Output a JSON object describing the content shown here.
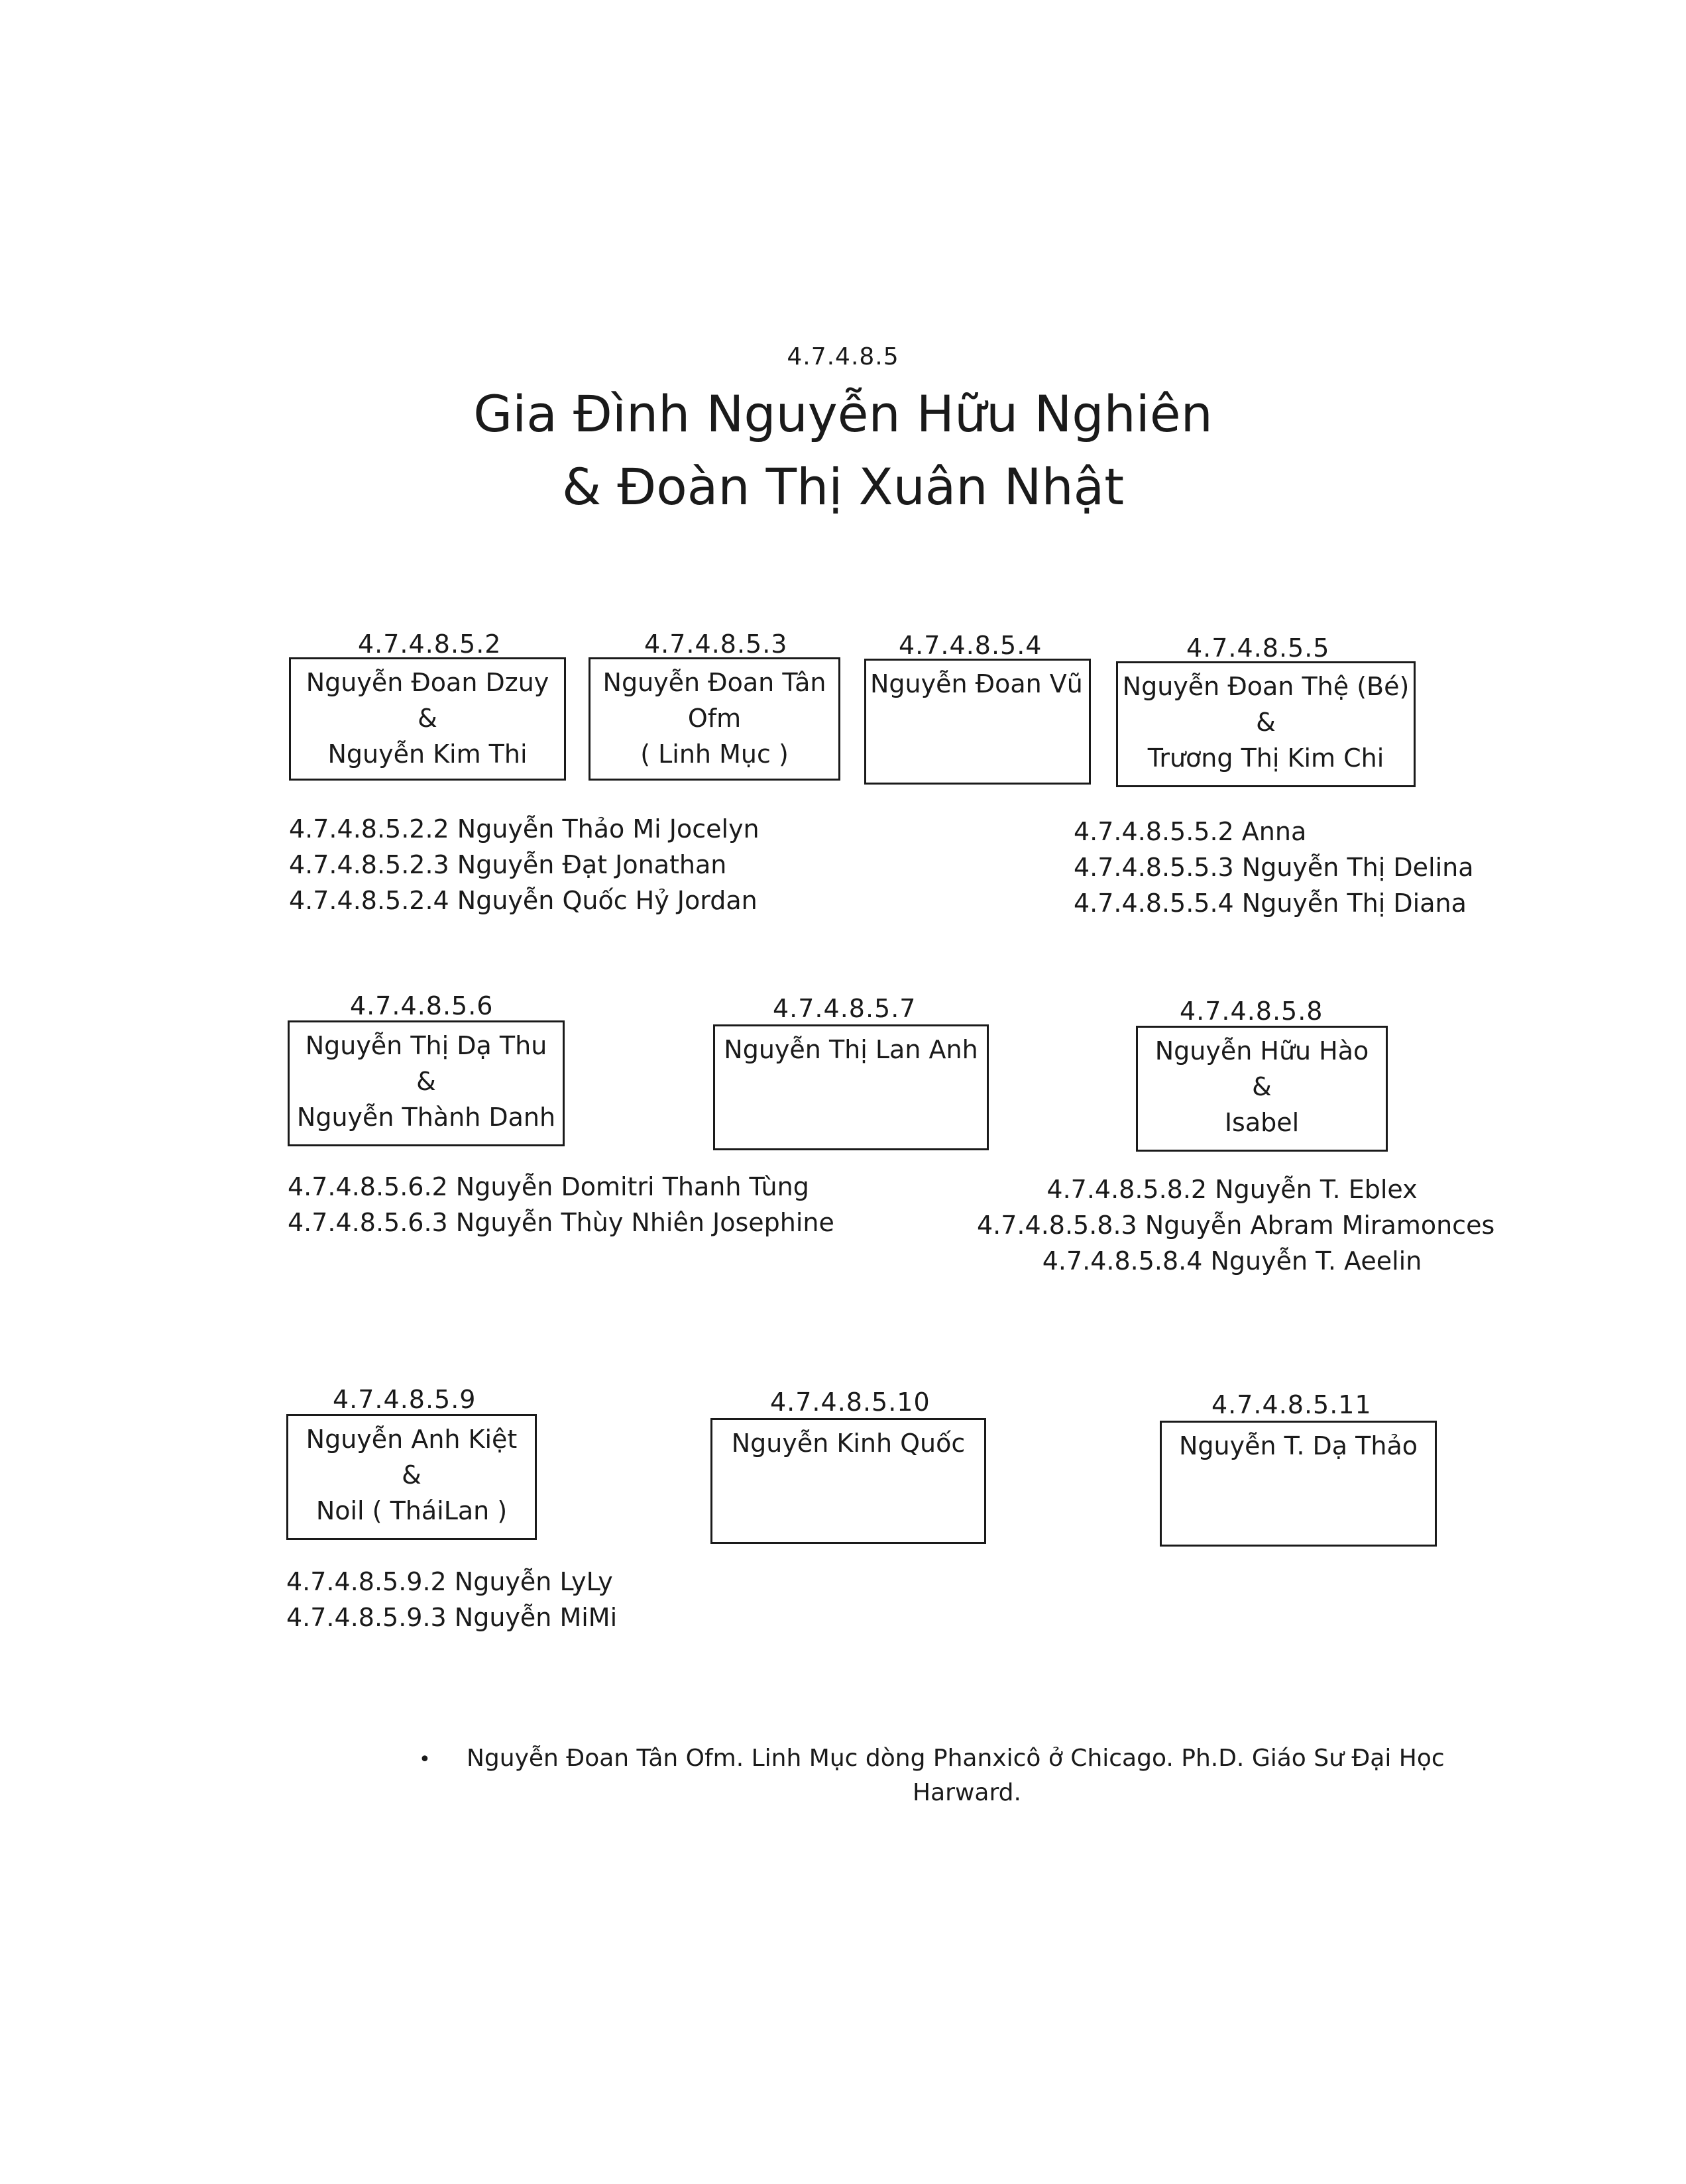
{
  "header": {
    "code": "4.7.4.8.5",
    "title_line1": "Gia Đình Nguyễn Hữu Nghiên",
    "title_line2": "& Đoàn Thị Xuân Nhật"
  },
  "families": [
    {
      "code": "4.7.4.8.5.2",
      "lines": [
        "Nguyễn Đoan Dzuy",
        "&",
        "Nguyễn Kim Thi"
      ],
      "children": [
        "4.7.4.8.5.2.2 Nguyễn Thảo Mi Jocelyn",
        "4.7.4.8.5.2.3 Nguyễn Đạt Jonathan",
        "4.7.4.8.5.2.4 Nguyễn Quốc Hỷ Jordan"
      ]
    },
    {
      "code": "4.7.4.8.5.3",
      "lines": [
        "Nguyễn Đoan Tân",
        "Ofm",
        "( Linh Mục )"
      ],
      "children": []
    },
    {
      "code": "4.7.4.8.5.4",
      "lines": [
        "Nguyễn Đoan Vũ"
      ],
      "children": []
    },
    {
      "code": "4.7.4.8.5.5",
      "lines": [
        "Nguyễn Đoan Thệ (Bé)",
        "&",
        "Trương Thị Kim Chi"
      ],
      "children": [
        "4.7.4.8.5.5.2  Anna",
        "4.7.4.8.5.5.3 Nguyễn Thị Delina",
        "4.7.4.8.5.5.4 Nguyễn Thị Diana"
      ]
    },
    {
      "code": "4.7.4.8.5.6",
      "lines": [
        "Nguyễn Thị Dạ Thu",
        "&",
        "Nguyễn Thành Danh"
      ],
      "children": [
        "4.7.4.8.5.6.2 Nguyễn Domitri Thanh Tùng",
        "4.7.4.8.5.6.3 Nguyễn Thùy Nhiên Josephine"
      ]
    },
    {
      "code": "4.7.4.8.5.7",
      "lines": [
        "Nguyễn Thị Lan Anh"
      ],
      "children": []
    },
    {
      "code": "4.7.4.8.5.8",
      "lines": [
        "Nguyễn Hữu Hào",
        "&",
        "Isabel"
      ],
      "children": [
        "4.7.4.8.5.8.2 Nguyễn T. Eblex",
        "4.7.4.8.5.8.3 Nguyễn Abram Miramonces",
        "4.7.4.8.5.8.4 Nguyễn T. Aeelin"
      ]
    },
    {
      "code": "4.7.4.8.5.9",
      "lines": [
        "Nguyễn Anh Kiệt",
        "&",
        "Noil ( TháiLan )"
      ],
      "children": [
        "4.7.4.8.5.9.2 Nguyễn LyLy",
        "4.7.4.8.5.9.3 Nguyễn MiMi"
      ]
    },
    {
      "code": "4.7.4.8.5.10",
      "lines": [
        "Nguyễn Kinh Quốc"
      ],
      "children": []
    },
    {
      "code": "4.7.4.8.5.11",
      "lines": [
        "Nguyễn T. Dạ Thảo"
      ],
      "children": []
    }
  ],
  "footnote": {
    "bullet": "•",
    "line1": "Nguyễn Đoan Tân Ofm. Linh Mục dòng Phanxicô ở Chicago.  Ph.D. Giáo Sư Đại Học",
    "line2": "Harward."
  }
}
